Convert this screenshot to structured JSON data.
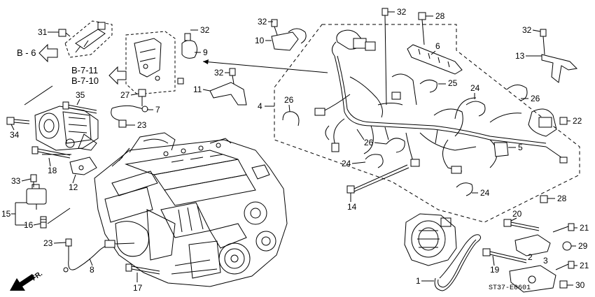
{
  "diagram_code": "ST37-E0601",
  "direction_label": "FR.",
  "references": {
    "b6": "B - 6",
    "b711": "B-7-11",
    "b710": "B-7-10"
  },
  "callouts": [
    {
      "id": "c32a",
      "num": "32"
    },
    {
      "id": "c32b",
      "num": "32"
    },
    {
      "id": "c28a",
      "num": "28"
    },
    {
      "id": "c31",
      "num": "31"
    },
    {
      "id": "c32c",
      "num": "32"
    },
    {
      "id": "c10",
      "num": "10"
    },
    {
      "id": "c9",
      "num": "9"
    },
    {
      "id": "c6",
      "num": "6"
    },
    {
      "id": "c32d",
      "num": "32"
    },
    {
      "id": "c13",
      "num": "13"
    },
    {
      "id": "c32e",
      "num": "32"
    },
    {
      "id": "c11",
      "num": "11"
    },
    {
      "id": "c25",
      "num": "25"
    },
    {
      "id": "c27",
      "num": "27"
    },
    {
      "id": "c35",
      "num": "35"
    },
    {
      "id": "c7",
      "num": "7"
    },
    {
      "id": "c4",
      "num": "4"
    },
    {
      "id": "c26a",
      "num": "26"
    },
    {
      "id": "c24a",
      "num": "24"
    },
    {
      "id": "c26b",
      "num": "26"
    },
    {
      "id": "c22",
      "num": "22"
    },
    {
      "id": "c23a",
      "num": "23"
    },
    {
      "id": "c34",
      "num": "34"
    },
    {
      "id": "c26c",
      "num": "26"
    },
    {
      "id": "c5",
      "num": "5"
    },
    {
      "id": "c24b",
      "num": "24"
    },
    {
      "id": "c18",
      "num": "18"
    },
    {
      "id": "c12",
      "num": "12"
    },
    {
      "id": "c33",
      "num": "33"
    },
    {
      "id": "c24c",
      "num": "24"
    },
    {
      "id": "c28b",
      "num": "28"
    },
    {
      "id": "c14",
      "num": "14"
    },
    {
      "id": "c15",
      "num": "15"
    },
    {
      "id": "c16",
      "num": "16"
    },
    {
      "id": "c20",
      "num": "20"
    },
    {
      "id": "c21a",
      "num": "21"
    },
    {
      "id": "c23b",
      "num": "23"
    },
    {
      "id": "c29",
      "num": "29"
    },
    {
      "id": "c2",
      "num": "2"
    },
    {
      "id": "c3",
      "num": "3"
    },
    {
      "id": "c8",
      "num": "8"
    },
    {
      "id": "c19",
      "num": "19"
    },
    {
      "id": "c21b",
      "num": "21"
    },
    {
      "id": "c17",
      "num": "17"
    },
    {
      "id": "c1",
      "num": "1"
    },
    {
      "id": "c30",
      "num": "30"
    }
  ]
}
